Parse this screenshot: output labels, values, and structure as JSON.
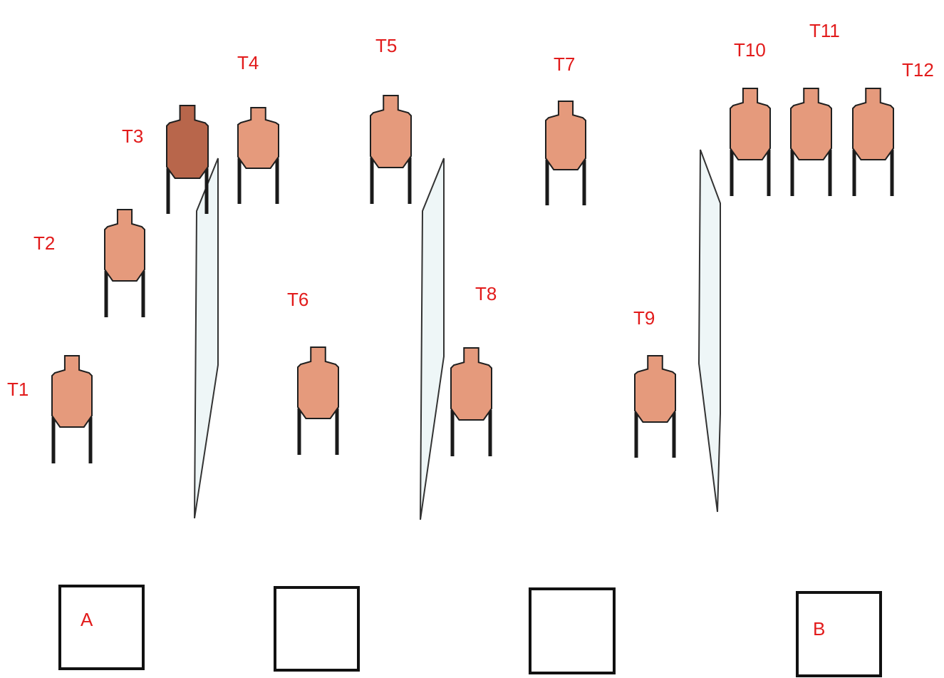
{
  "colors": {
    "background": "#ffffff",
    "label": "#e21b1b",
    "target_fill": "#e59a7c",
    "target_fill_dark": "#b8664b",
    "target_outline": "#1f1f1f",
    "barrier_fill": "#eef6f7",
    "box_outline": "#111111"
  },
  "targets": [
    {
      "id": "T1",
      "label": "T1",
      "icon": "target-icon"
    },
    {
      "id": "T2",
      "label": "T2",
      "icon": "target-icon"
    },
    {
      "id": "T3",
      "label": "T3",
      "icon": "target-icon",
      "shade": "dark"
    },
    {
      "id": "T4",
      "label": "T4",
      "icon": "target-icon"
    },
    {
      "id": "T5",
      "label": "T5",
      "icon": "target-icon"
    },
    {
      "id": "T6",
      "label": "T6",
      "icon": "target-icon"
    },
    {
      "id": "T7",
      "label": "T7",
      "icon": "target-icon"
    },
    {
      "id": "T8",
      "label": "T8",
      "icon": "target-icon"
    },
    {
      "id": "T9",
      "label": "T9",
      "icon": "target-icon"
    },
    {
      "id": "T10",
      "label": "T10",
      "icon": "target-icon"
    },
    {
      "id": "T11",
      "label": "T11",
      "icon": "target-icon"
    },
    {
      "id": "T12",
      "label": "T12",
      "icon": "target-icon"
    }
  ],
  "positions": [
    {
      "id": "box-a",
      "label": "A"
    },
    {
      "id": "box-2",
      "label": ""
    },
    {
      "id": "box-3",
      "label": ""
    },
    {
      "id": "box-b",
      "label": "B"
    }
  ]
}
